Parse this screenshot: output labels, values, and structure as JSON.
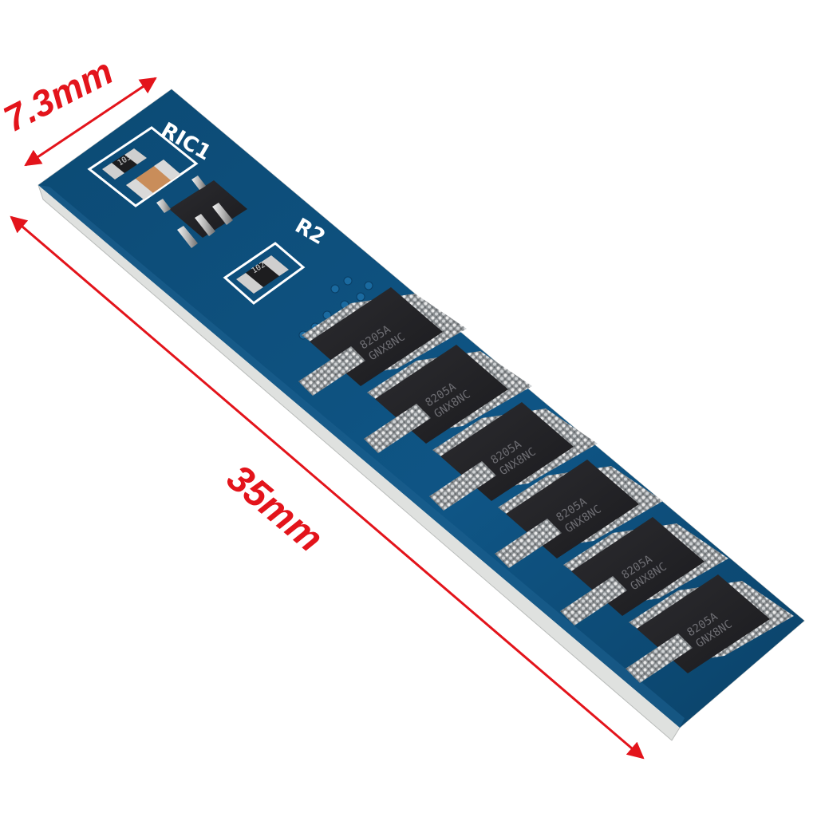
{
  "dimensions": {
    "width": "7.3mm",
    "length": "35mm",
    "arrow_color": "#e3141b"
  },
  "board": {
    "pcb_color": "#0f4d78",
    "silkscreen": {
      "ric1": "RIC1",
      "r2": "R2"
    },
    "resistor_markings": {
      "r1": "103",
      "r2": "102"
    },
    "mosfets": [
      {
        "line1": "8205A",
        "line2": "GNX8NC"
      },
      {
        "line1": "8205A",
        "line2": "GNX8NC"
      },
      {
        "line1": "8205A",
        "line2": "GNX8NC"
      },
      {
        "line1": "8205A",
        "line2": "GNX8NC"
      },
      {
        "line1": "8205A",
        "line2": "GNX8NC"
      },
      {
        "line1": "8205A",
        "line2": "GNX8NC"
      }
    ]
  }
}
